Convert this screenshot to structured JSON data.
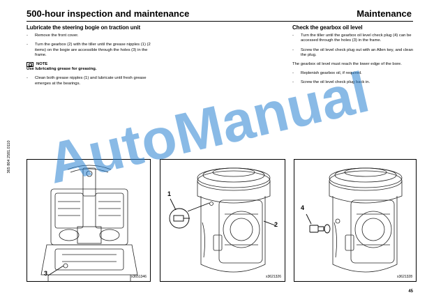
{
  "header": {
    "section_title": "500-hour inspection and maintenance",
    "chapter": "Maintenance"
  },
  "side_code": "365 804 2581.0110",
  "left_column": {
    "title": "Lubricate the steering bogie on traction unit",
    "steps": [
      "Remove the front cover.",
      "Turn the gearbox (2) with the tiller until the grease nipples (1) (2 items) on the bogie are accessible through the holes (3) in the frame."
    ],
    "note_label": "NOTE",
    "note_text": "Use lubricating grease for greasing.",
    "steps_after": [
      "Clean both grease nipples (1) and lubricate until fresh grease emerges at the bearings."
    ]
  },
  "right_column": {
    "title": "Check the gearbox oil level",
    "steps": [
      "Turn the tiller until the gearbox oil level check plug (4) can be accessed through the holes (3) in the frame.",
      "Screw the oil level check plug out with an Allen key, and clean the plug."
    ],
    "paragraph": "The gearbox oil level must reach the lower edge of the bore.",
    "steps_after": [
      "Replenish gearbox oil, if required.",
      "Screw the oil level check plug back in."
    ]
  },
  "figures": [
    {
      "id": "x3651346",
      "callouts": [
        "3"
      ]
    },
    {
      "id": "x3621326",
      "callouts": [
        "1",
        "2"
      ]
    },
    {
      "id": "x3621328",
      "callouts": [
        "4"
      ]
    }
  ],
  "watermark": "AutoManual",
  "page_number": "45"
}
